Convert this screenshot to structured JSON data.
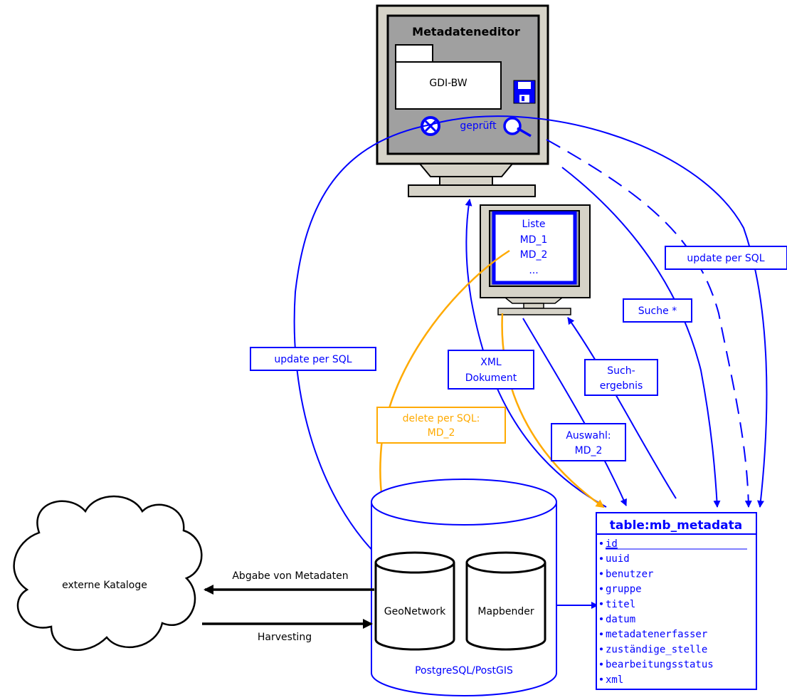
{
  "colors": {
    "blue": "#0000ff",
    "orange": "#ffaa00",
    "black": "#000000",
    "monitor_gray": "#d6d3c8",
    "screen_gray": "#a0a0a0"
  },
  "editor": {
    "title": "Metadateneditor",
    "folder_label": "GDI-BW",
    "status_label": "geprüft",
    "icons": [
      "floppy-disk-icon",
      "cancel-circle-icon",
      "search-magnifier-icon"
    ]
  },
  "list_monitor": {
    "lines": [
      "Liste",
      "MD_1",
      "MD_2",
      "..."
    ]
  },
  "labels": {
    "update_left": "update per SQL",
    "update_right": "update per SQL",
    "xml_doc": [
      "XML",
      "Dokument"
    ],
    "delete": [
      "delete per SQL:",
      "MD_2"
    ],
    "auswahl": [
      "Auswahl:",
      "MD_2"
    ],
    "suchergebnis": [
      "Such-",
      "ergebnis"
    ],
    "suche": "Suche *"
  },
  "database": {
    "title": "PostgreSQL/PostGIS",
    "left_db": "GeoNetwork",
    "right_db": "Mapbender"
  },
  "cloud": {
    "label": "externe Kataloge"
  },
  "arrows": {
    "abgabe": "Abgabe von Metadaten",
    "harvesting": "Harvesting"
  },
  "table": {
    "title": "table:mb_metadata",
    "fields": [
      "id",
      "uuid",
      "benutzer",
      "gruppe",
      "titel",
      "datum",
      "metadatenerfasser",
      "zuständige_stelle",
      "bearbeitungsstatus",
      "xml"
    ]
  }
}
